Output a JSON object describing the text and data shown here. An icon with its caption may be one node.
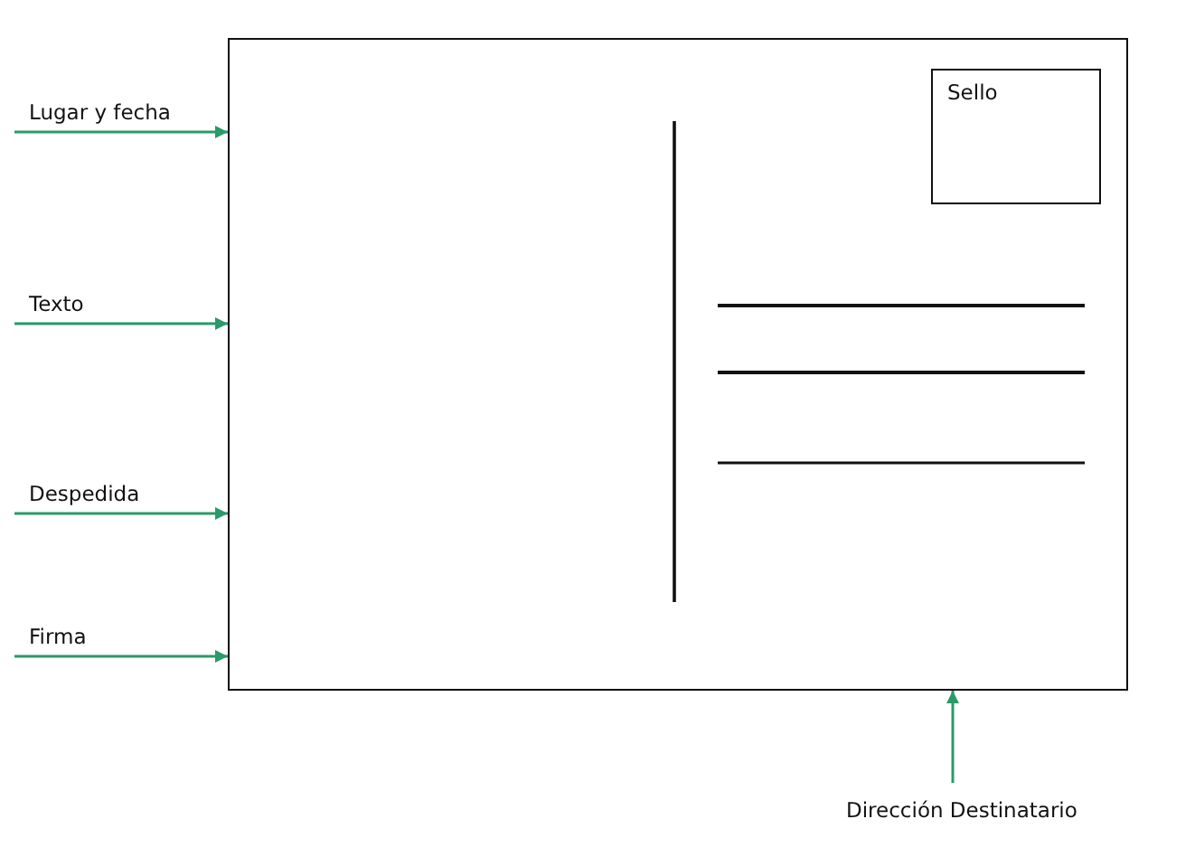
{
  "diagram": {
    "nodes": [
      {
        "text": [
          "Lugar y fecha"
        ]
      },
      {
        "text": [
          "Texto"
        ]
      },
      {
        "text": [
          "Despedida"
        ]
      },
      {
        "text": [
          "Firma"
        ]
      },
      {
        "text": [],
        "shape": "box"
      },
      {
        "text": [
          "Sello"
        ],
        "in": 4
      },
      {
        "text": [
          "Dirección Destinatario"
        ]
      }
    ],
    "edges": [
      {
        "from": 0,
        "to": 4,
        "arrow": "to"
      },
      {
        "from": 1,
        "to": 4,
        "arrow": "to"
      },
      {
        "from": 2,
        "to": 4,
        "arrow": "to"
      },
      {
        "from": 3,
        "to": 4,
        "arrow": "to"
      },
      {
        "from": 6,
        "to": 4,
        "arrow": "to"
      }
    ]
  }
}
